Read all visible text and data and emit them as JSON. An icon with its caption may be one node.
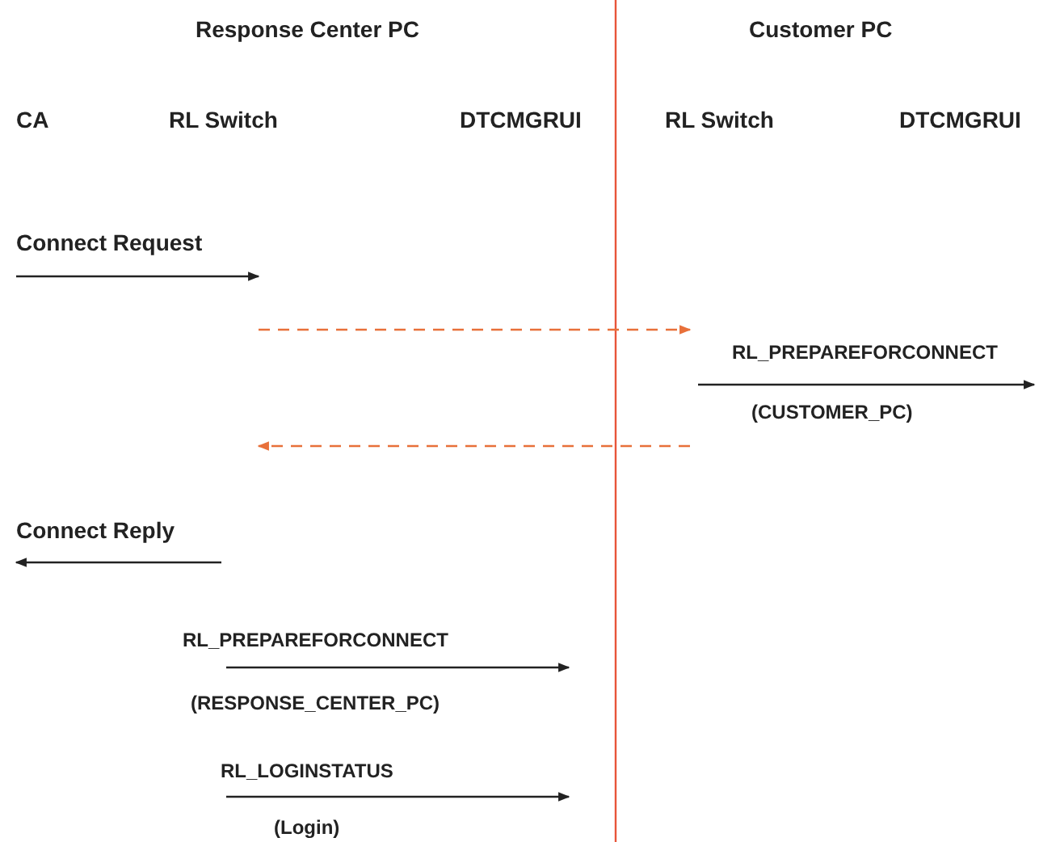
{
  "diagram": {
    "labels": [
      "Response Center PC",
      "Customer PC",
      "CA",
      "RL Switch",
      "DTCMGRUI",
      "RL Switch",
      "DTCMGRUI",
      "Connect Request",
      "RL_PREPAREFORCONNECT",
      "(CUSTOMER_PC)",
      "Connect Reply",
      "RL_PREPAREFORCONNECT",
      "(RESPONSE_CENTER_PC)",
      "RL_LOGINSTATUS",
      "(Login)"
    ]
  }
}
